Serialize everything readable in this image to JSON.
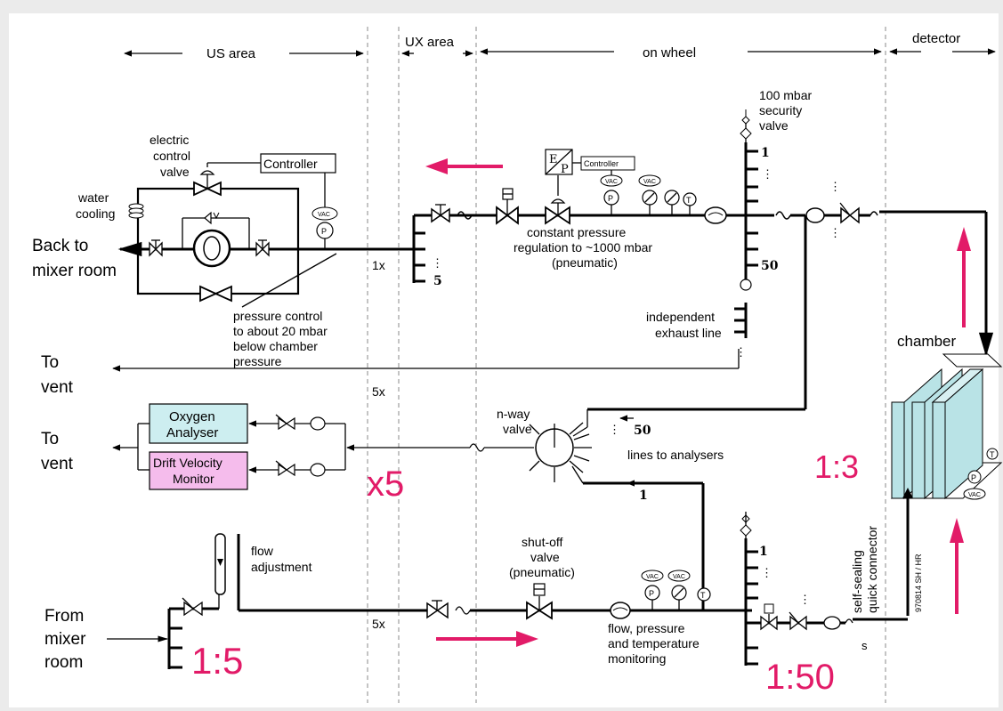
{
  "areas": {
    "us": "US area",
    "ux": "UX area",
    "wheel": "on wheel",
    "detector": "detector"
  },
  "left": {
    "back_to": "Back to",
    "mixer_room": "mixer room",
    "electric": "electric",
    "control": "control",
    "valve": "valve",
    "controller": "Controller",
    "water": "water",
    "cooling": "cooling",
    "vac": "VAC",
    "p": "P",
    "pc1": "pressure control",
    "pc2": "to about 20 mbar",
    "pc3": "below chamber",
    "pc4": "pressure",
    "x1": "1x"
  },
  "manifold_left": {
    "n5": "5"
  },
  "regulator": {
    "cp1": "constant pressure",
    "cp2": "regulation to ~1000 mbar",
    "cp3": "(pneumatic)",
    "controller": "Controller",
    "e": "E",
    "p": "P",
    "t": "T"
  },
  "security": {
    "s1": "100 mbar",
    "s2": "security",
    "s3": "valve",
    "n1": "1",
    "n50": "50"
  },
  "exhaust": {
    "e1": "independent",
    "e2": "exhaust line"
  },
  "vent": {
    "to": "To",
    "vent": "vent",
    "x5": "5x"
  },
  "chamber": {
    "label": "chamber",
    "ratio": "1:3",
    "vac": "VAC",
    "p": "P",
    "t": "T"
  },
  "analysers": {
    "oxygen1": "Oxygen",
    "oxygen2": "Analyser",
    "drift1": "Drift Velocity",
    "drift2": "Monitor",
    "x5": "x5",
    "nway1": "n-way",
    "nway2": "valve",
    "n50": "50",
    "n1": "1",
    "lines": "lines to analysers",
    "colors": {
      "oxygen": "#cdeef0",
      "drift": "#f5bcec"
    }
  },
  "supply": {
    "from": "From",
    "mixer": "mixer",
    "room": "room",
    "flow1": "flow",
    "flow2": "adjustment",
    "ratio15": "1:5",
    "x5": "5x",
    "so1": "shut-off",
    "so2": "valve",
    "so3": "(pneumatic)",
    "fm1": "flow, pressure",
    "fm2": "and temperature",
    "fm3": "monitoring",
    "ratio150": "1:50",
    "s": "s",
    "sq1": "self-sealing",
    "sq2": "quick connector",
    "id": "970814 SH / HR",
    "n1": "1"
  },
  "accent": "#e21b68"
}
